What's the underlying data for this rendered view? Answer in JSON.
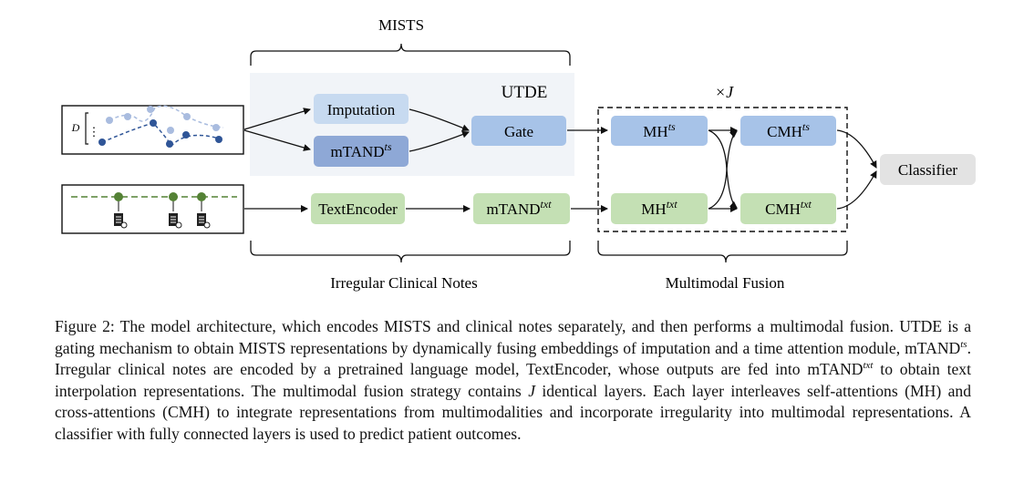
{
  "diagram": {
    "mists_label": "MISTS",
    "utde_label": "UTDE",
    "d_label": "D",
    "imputation_label": "Imputation",
    "mtand_ts_label": "mTAND",
    "mtand_ts_sup": "ts",
    "gate_label": "Gate",
    "repeat_label": "×J",
    "mh_ts_label": "MH",
    "mh_ts_sup": "ts",
    "cmh_ts_label": "CMH",
    "cmh_ts_sup": "ts",
    "mh_txt_label": "MH",
    "mh_txt_sup": "txt",
    "cmh_txt_label": "CMH",
    "cmh_txt_sup": "txt",
    "classifier_label": "Classifier",
    "textencoder_label": "TextEncoder",
    "mtand_txt_label": "mTAND",
    "mtand_txt_sup": "txt",
    "notes_label": "Irregular Clinical Notes",
    "fusion_label": "Multimodal Fusion",
    "colors": {
      "light_blue": "#c7daf0",
      "mid_blue": "#a7c3e8",
      "dark_blue": "#8ea8d6",
      "green": "#c4e0b4",
      "grey_box": "#e3e3e3",
      "utde_bg": "#f1f4f8",
      "ts_dot_dark": "#2f5597",
      "ts_dot_light": "#a9bcdf",
      "note_line": "#548235"
    }
  },
  "caption": {
    "p1": "Figure 2: The model architecture, which encodes MISTS and clinical notes separately, and then performs a multimodal fusion. ",
    "utde": "UTDE",
    "p2": " is a gating mechanism to obtain MISTS representations by dynamically fusing embeddings of imputation and a time attention module, ",
    "mtand1": "mTAND",
    "mtand1_sup": "ts",
    "p3": ". Irregular clinical notes are encoded by a pretrained language model, ",
    "textencoder": "TextEncoder",
    "p4": ", whose outputs are fed into ",
    "mtand2": "mTAND",
    "mtand2_sup": "txt",
    "p5": " to obtain text interpolation representations. The multimodal fusion strategy contains ",
    "j": "J",
    "p6": " identical layers. Each layer interleaves self-attentions (",
    "mh": "MH",
    "p7": ") and cross-attentions (",
    "cmh": "CMH",
    "p8": ") to integrate representations from multimodalities and incorporate irregularity into multimodal representations. A classifier with fully connected layers is used to predict patient outcomes."
  }
}
